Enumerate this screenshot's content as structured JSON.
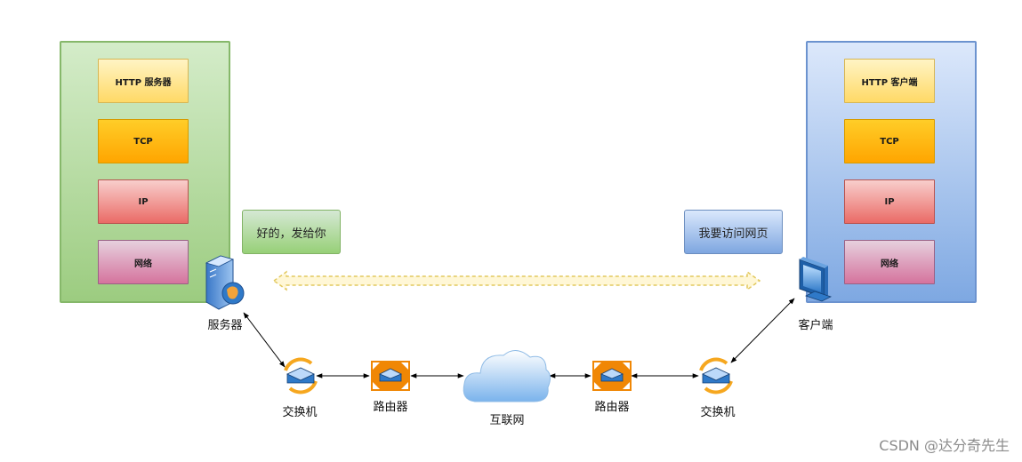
{
  "server_stack": {
    "layers": [
      "HTTP 服务器",
      "TCP",
      "IP",
      "网络"
    ]
  },
  "client_stack": {
    "layers": [
      "HTTP 客户端",
      "TCP",
      "IP",
      "网络"
    ]
  },
  "messages": {
    "server": "好的，发给你",
    "client": "我要访问网页"
  },
  "nodes": {
    "server": "服务器",
    "client": "客户端",
    "switch_left": "交换机",
    "router_left": "路由器",
    "internet": "互联网",
    "router_right": "路由器",
    "switch_right": "交换机"
  },
  "watermark": "CSDN @达分奇先生",
  "colors": {
    "server_stack": "#9ccc80",
    "client_stack": "#7ea8e2",
    "router": "#f08705",
    "switch_ring": "#f6a71f",
    "network_blue": "#2f79c8"
  }
}
